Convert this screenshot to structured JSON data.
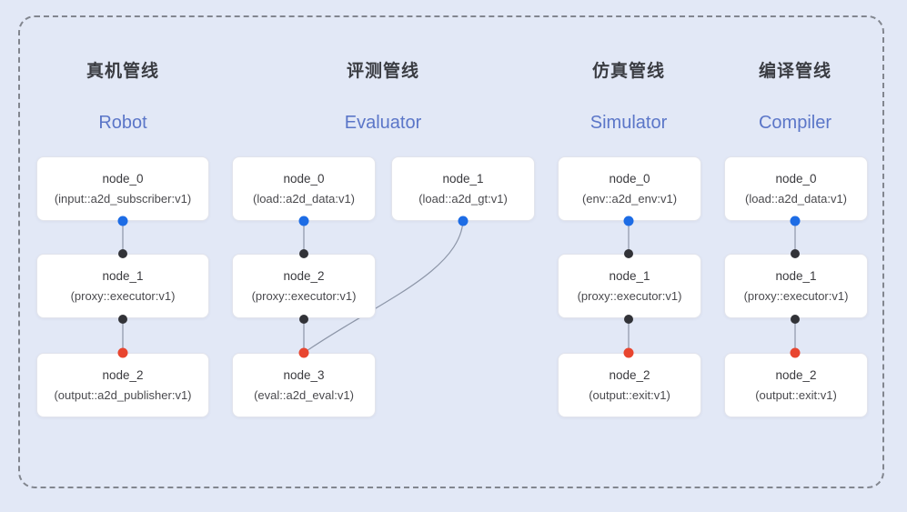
{
  "colors": {
    "background": "#e2e8f6",
    "frame_border": "#82868f",
    "node_background": "#ffffff",
    "node_border": "#e2e4ec",
    "edge": "#8d96a8",
    "port_input": "#1d6ce5",
    "port_mid": "#323338",
    "port_output": "#e8452f",
    "title_zh_color": "#3a3c42",
    "title_en_color": "#5b76c8"
  },
  "pipelines": [
    {
      "title_zh": "真机管线",
      "title_en": "Robot",
      "nodes": [
        {
          "title": "node_0",
          "subtitle": "(input::a2d_subscriber:v1)"
        },
        {
          "title": "node_1",
          "subtitle": "(proxy::executor:v1)"
        },
        {
          "title": "node_2",
          "subtitle": "(output::a2d_publisher:v1)"
        }
      ]
    },
    {
      "title_zh": "评测管线",
      "title_en": "Evaluator",
      "nodes": [
        {
          "title": "node_0",
          "subtitle": "(load::a2d_data:v1)"
        },
        {
          "title": "node_1",
          "subtitle": "(load::a2d_gt:v1)"
        },
        {
          "title": "node_2",
          "subtitle": "(proxy::executor:v1)"
        },
        {
          "title": "node_3",
          "subtitle": "(eval::a2d_eval:v1)"
        }
      ]
    },
    {
      "title_zh": "仿真管线",
      "title_en": "Simulator",
      "nodes": [
        {
          "title": "node_0",
          "subtitle": "(env::a2d_env:v1)"
        },
        {
          "title": "node_1",
          "subtitle": "(proxy::executor:v1)"
        },
        {
          "title": "node_2",
          "subtitle": "(output::exit:v1)"
        }
      ]
    },
    {
      "title_zh": "编译管线",
      "title_en": "Compiler",
      "nodes": [
        {
          "title": "node_0",
          "subtitle": "(load::a2d_data:v1)"
        },
        {
          "title": "node_1",
          "subtitle": "(proxy::executor:v1)"
        },
        {
          "title": "node_2",
          "subtitle": "(output::exit:v1)"
        }
      ]
    }
  ]
}
